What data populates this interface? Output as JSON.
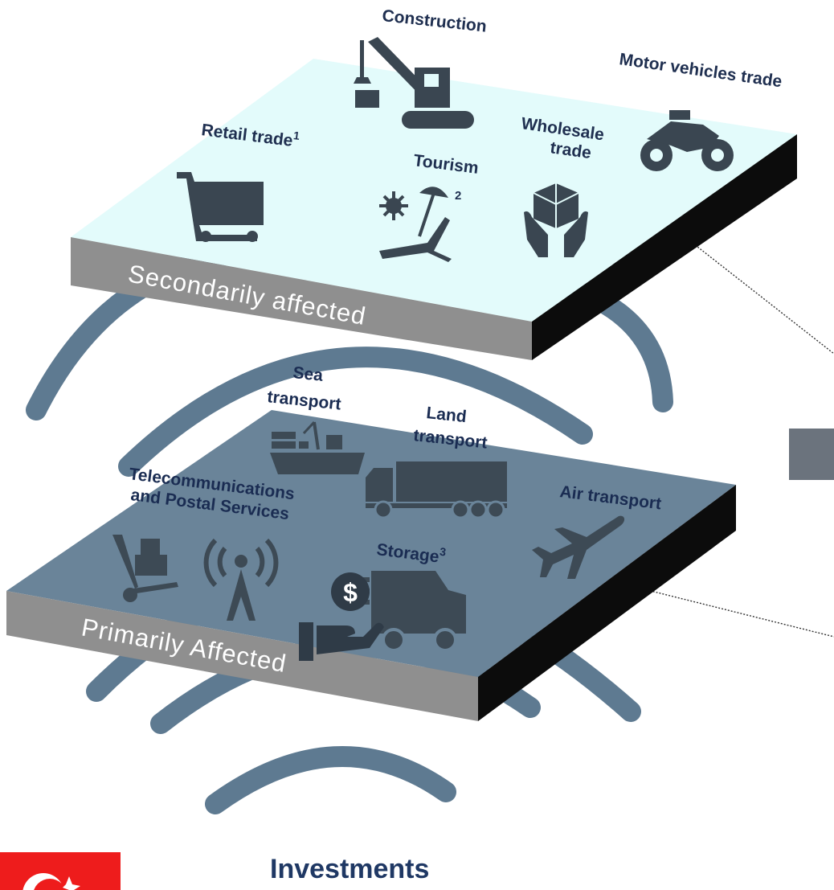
{
  "layers": {
    "secondary": {
      "title": "Secondarily affected",
      "sectors": {
        "construction": "Construction",
        "motor_vehicles": "Motor vehicles trade",
        "retail": "Retail trade",
        "retail_note": "1",
        "wholesale_line1": "Wholesale",
        "wholesale_line2": "trade",
        "tourism": "Tourism",
        "tourism_note": "2"
      }
    },
    "primary": {
      "title": "Primarily Affected",
      "sectors": {
        "sea_line1": "Sea",
        "sea_line2": "transport",
        "land_line1": "Land",
        "land_line2": "transport",
        "telecom_line1": "Telecommunications",
        "telecom_line2": "and Postal Services",
        "air": "Air transport",
        "storage": "Storage",
        "storage_note": "3"
      }
    }
  },
  "investments": {
    "label": "Investments",
    "symbol": "$"
  },
  "colors": {
    "top_surface": "#e3fbfb",
    "bottom_surface": "#6a8499",
    "side_front": "#8f8f8f",
    "side_right": "#0c0c0c",
    "arcs": "#5e7a91",
    "label": "#1f2f50",
    "investments_label": "#1f3864",
    "flag_red": "#ee1c1c"
  },
  "icons": {
    "construction": "crane-icon",
    "motor_vehicles": "motorcycle-icon",
    "retail": "shopping-cart-icon",
    "tourism": "beach-chair-icon",
    "wholesale": "box-in-hands-icon",
    "sea": "cargo-ship-icon",
    "land": "truck-icon",
    "telecom": "antenna-tower-icon",
    "postal": "hand-truck-icon",
    "air": "airplane-icon",
    "storage": "delivery-van-icon",
    "investments": "money-hand-icon"
  }
}
